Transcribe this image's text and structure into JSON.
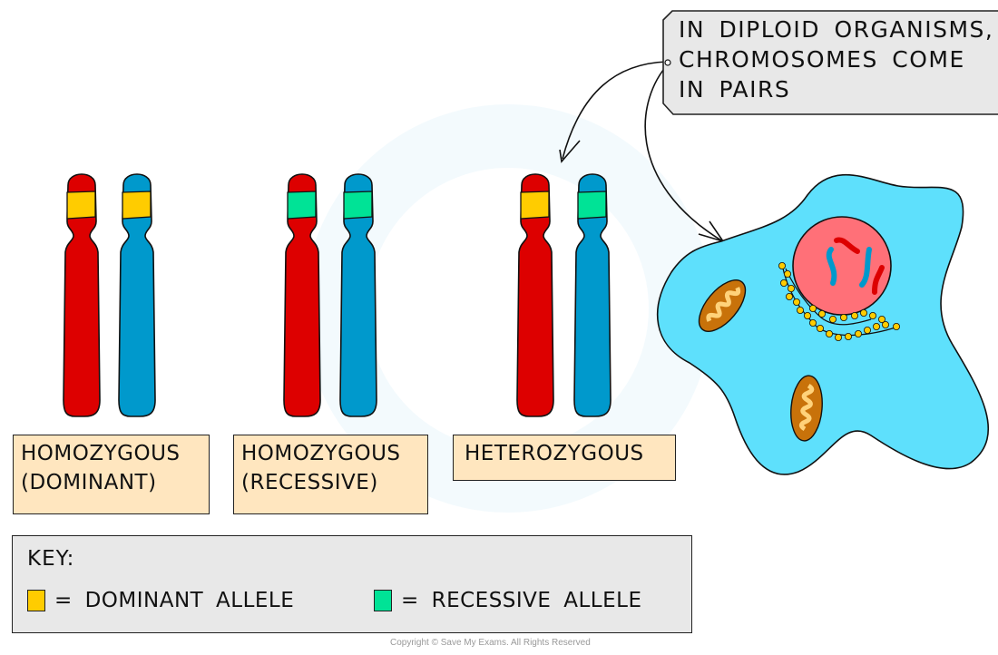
{
  "callout": {
    "lines": [
      "IN DIPLOID ORGANISMS,",
      "CHROMOSOMES COME",
      "IN PAIRS"
    ]
  },
  "pairs": [
    {
      "label_line1": "HOMOZYGOUS",
      "label_line2": "(DOMINANT)",
      "left_allele": "dominant",
      "right_allele": "dominant"
    },
    {
      "label_line1": "HOMOZYGOUS",
      "label_line2": "(RECESSIVE)",
      "left_allele": "recessive",
      "right_allele": "recessive"
    },
    {
      "label_line1": "HETEROZYGOUS",
      "label_line2": "",
      "left_allele": "dominant",
      "right_allele": "recessive"
    }
  ],
  "key": {
    "title": "KEY:",
    "items": [
      {
        "symbol": "=",
        "label": "DOMINANT ALLELE",
        "color": "#ffcc00"
      },
      {
        "symbol": "=",
        "label": "RECESSIVE ALLELE",
        "color": "#00e396"
      }
    ]
  },
  "colors": {
    "maternal_chromosome": "#dd0000",
    "paternal_chromosome": "#0099cc",
    "dominant_allele": "#ffcc00",
    "recessive_allele": "#00e396",
    "cell_cytoplasm": "#5ee0fc",
    "nucleus": "#ff7078",
    "mitochondrion": "#c8720a",
    "label_fill": "#ffe6bf",
    "callout_fill": "#e8e8e8"
  },
  "copyright": "Copyright © Save My Exams. All Rights Reserved"
}
